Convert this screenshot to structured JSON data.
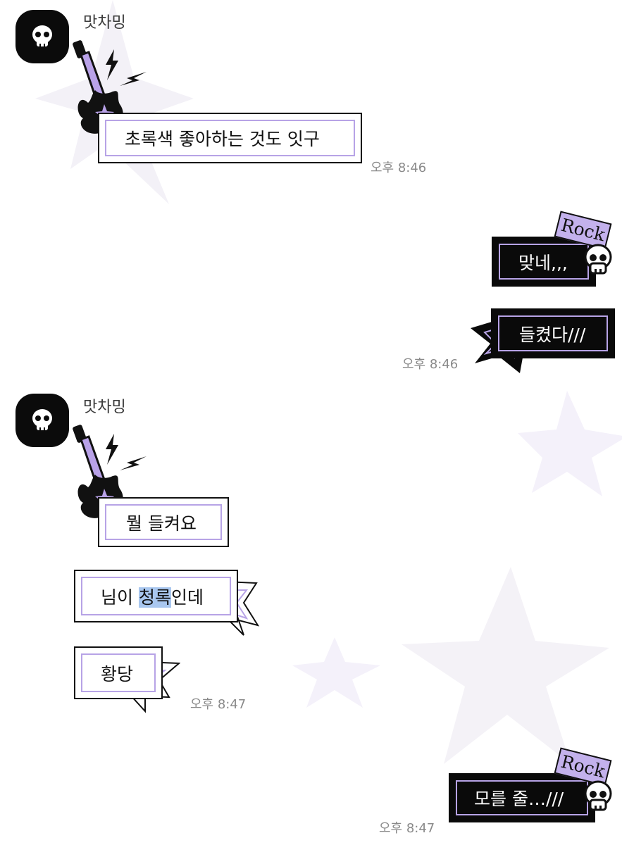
{
  "colors": {
    "accent": "#b7a3e6",
    "dark": "#0a0a0a",
    "star": "#f2f0f8",
    "highlight": "#a9c7ef"
  },
  "messages": {
    "g1_sender": "맛차밍",
    "m1": "초록색 좋아하는 것도 잇구",
    "t1": "오후 8:46",
    "m2": "맞네,,,",
    "sticker_rock": "Rock",
    "m3": "들켰다///",
    "t2": "오후 8:46",
    "g2_sender": "맛차밍",
    "m4": "뭘 들켜요",
    "m5_pre": "님이 ",
    "m5_hl": "청록",
    "m5_post": "인데",
    "m6": "황당",
    "t3": "오후 8:47",
    "m7": "모를 줄…///",
    "t4": "오후 8:47"
  },
  "icons": [
    "skull-icon",
    "guitar-icon",
    "lightning-icon",
    "star-icon"
  ]
}
